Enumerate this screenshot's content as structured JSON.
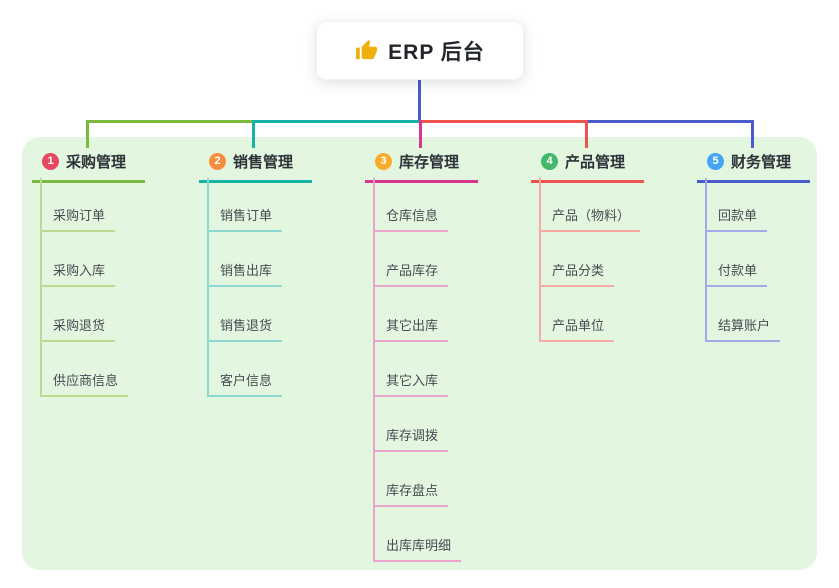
{
  "canvas": {
    "panel_color": "#e3f6df",
    "background": "#ffffff"
  },
  "root": {
    "label": "ERP 后台",
    "icon": "thumbs-up-icon",
    "icon_color": "#efb00e",
    "stem_color": "#4a5ccc"
  },
  "branches": [
    {
      "badge": "1",
      "badge_color": "#e8485f",
      "label": "采购管理",
      "color": "#7cb93f",
      "light_color": "#b9dc90",
      "children": [
        "采购订单",
        "采购入库",
        "采购退货",
        "供应商信息"
      ]
    },
    {
      "badge": "2",
      "badge_color": "#f78e3d",
      "label": "销售管理",
      "color": "#17b3a6",
      "light_color": "#8bd9d0",
      "children": [
        "销售订单",
        "销售出库",
        "销售退货",
        "客户信息"
      ]
    },
    {
      "badge": "3",
      "badge_color": "#fbab2c",
      "label": "库存管理",
      "color": "#d6368f",
      "light_color": "#eaa3cd",
      "children": [
        "仓库信息",
        "产品库存",
        "其它出库",
        "其它入库",
        "库存调拨",
        "库存盘点",
        "出库库明细"
      ]
    },
    {
      "badge": "4",
      "badge_color": "#44b86a",
      "label": "产品管理",
      "color": "#ef5350",
      "light_color": "#f6aba6",
      "children": [
        "产品（物料）",
        "产品分类",
        "产品单位"
      ]
    },
    {
      "badge": "5",
      "badge_color": "#45a4f5",
      "label": "财务管理",
      "color": "#4a5ccc",
      "light_color": "#a0abe8",
      "children": [
        "回款单",
        "付款单",
        "结算账户"
      ]
    }
  ]
}
